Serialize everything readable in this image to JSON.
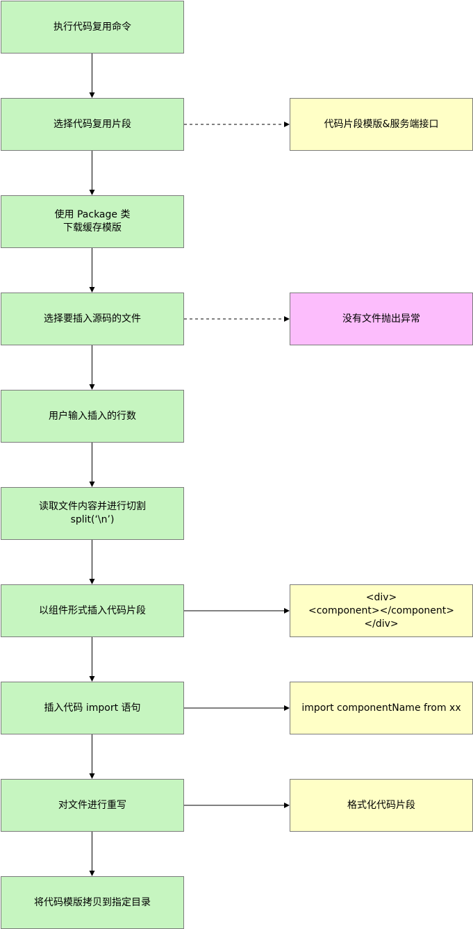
{
  "steps": [
    {
      "lines": [
        "执行代码复用命令"
      ]
    },
    {
      "lines": [
        "选择代码复用片段"
      ]
    },
    {
      "lines": [
        "使用 Package 类",
        "下载缓存模版"
      ]
    },
    {
      "lines": [
        "选择要插入源码的文件"
      ]
    },
    {
      "lines": [
        "用户输入插入的行数"
      ]
    },
    {
      "lines": [
        "读取文件内容并进行切割",
        "split(‘\\n’)"
      ]
    },
    {
      "lines": [
        "以组件形式插入代码片段"
      ]
    },
    {
      "lines": [
        "插入代码 import 语句"
      ]
    },
    {
      "lines": [
        "对文件进行重写"
      ]
    },
    {
      "lines": [
        "将代码模版拷贝到指定目录"
      ]
    }
  ],
  "notes": [
    {
      "lines": [
        "代码片段模版&服务端接口"
      ],
      "from_step": 2,
      "edge": "dashed",
      "color": "#ffffc6"
    },
    {
      "lines": [
        "没有文件抛出异常"
      ],
      "from_step": 4,
      "edge": "dashed",
      "color": "#fcbdfc"
    },
    {
      "lines": [
        "<div>",
        "<component></component>",
        "</div>"
      ],
      "from_step": 7,
      "edge": "solid",
      "color": "#ffffc6"
    },
    {
      "lines": [
        "import componentName from xx"
      ],
      "from_step": 8,
      "edge": "solid",
      "color": "#ffffc6"
    },
    {
      "lines": [
        "格式化代码片段"
      ],
      "from_step": 9,
      "edge": "solid",
      "color": "#ffffc6"
    }
  ],
  "colors": {
    "step_fill": "#c6f5c0",
    "note_fill": "#ffffc6",
    "error_fill": "#fcbdfc",
    "border": "#7a7a7a",
    "edge": "#000000"
  }
}
